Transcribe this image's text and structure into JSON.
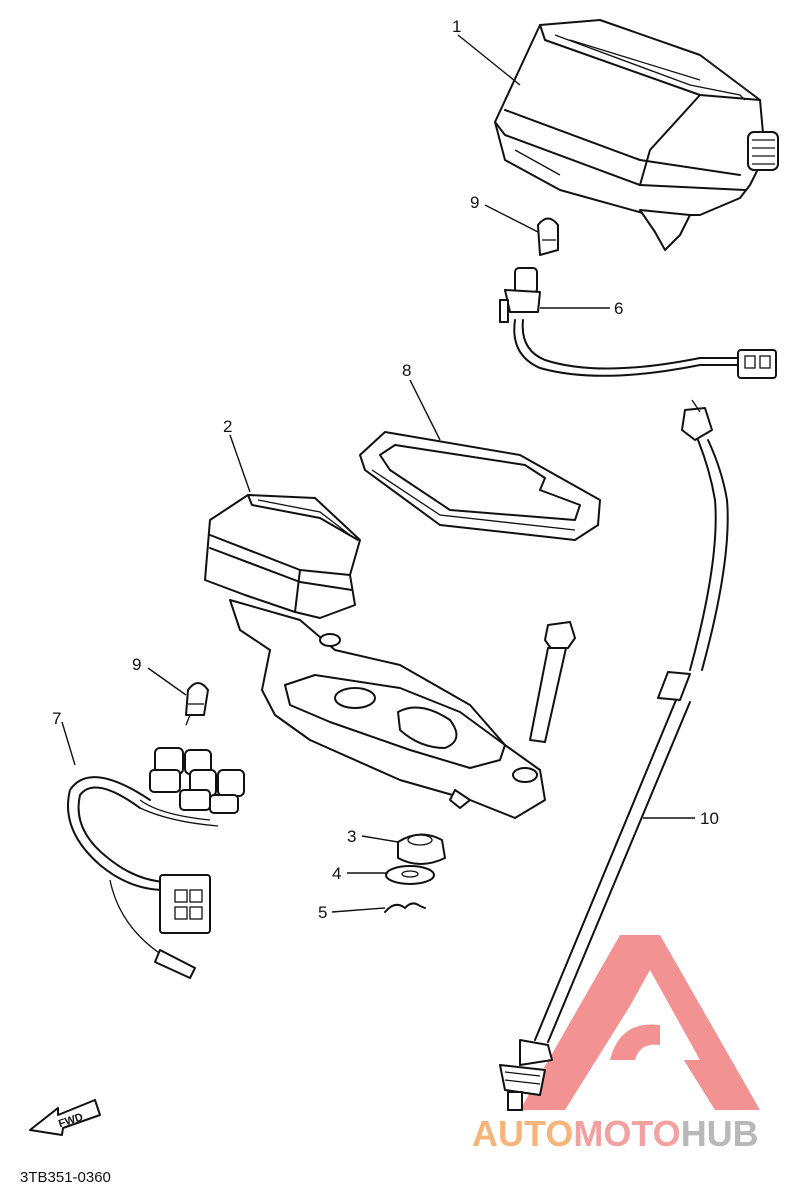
{
  "diagram": {
    "part_labels": {
      "p1": "1",
      "p2": "2",
      "p3": "3",
      "p4": "4",
      "p5": "5",
      "p6": "6",
      "p7": "7",
      "p8": "8",
      "p9a": "9",
      "p9b": "9",
      "p10": "10"
    },
    "direction_arrow": "FWD",
    "figure_code": "3TB351-0360"
  },
  "watermark": {
    "part1": "AUTO",
    "part2": "MOTO",
    "part3": "HUB",
    "colors": {
      "auto": "#f5b57a",
      "moto": "#f2a0a0",
      "hub": "#b8b8b8",
      "logo": "#f08080"
    }
  }
}
